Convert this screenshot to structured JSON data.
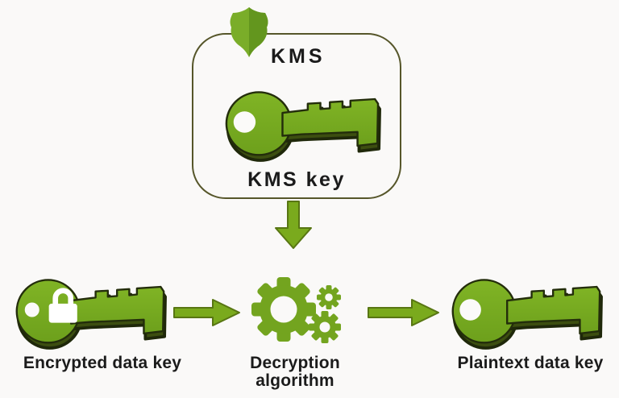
{
  "diagram": {
    "title_context": "KMS decrypt flow",
    "kms_box": {
      "title": "KMS",
      "key_label": "KMS key"
    },
    "nodes": {
      "encrypted": {
        "label": "Encrypted data key",
        "icon": "encrypted-key-icon"
      },
      "decryption": {
        "label_line1": "Decryption",
        "label_line2": "algorithm",
        "icon": "gears-icon"
      },
      "plaintext": {
        "label": "Plaintext data key",
        "icon": "plaintext-key-icon"
      }
    },
    "icons": [
      "shield-icon",
      "kms-key-icon",
      "encrypted-key-icon",
      "lock-icon",
      "gears-icon",
      "plaintext-key-icon",
      "arrow-down-icon",
      "arrow-right-icon"
    ],
    "colors": {
      "key_green": "#75a81f",
      "key_green_light": "#80b425",
      "key_dark_base": "#3c4e10",
      "key_outline": "#232d0b",
      "shield_left": "#7aad29",
      "shield_right": "#63961e",
      "gear_green": "#73a41f",
      "arrow_green": "#7aaa1d",
      "arrow_outline": "#587613",
      "box_border": "#56562a",
      "background": "#faf9f8",
      "text": "#1b1b1b"
    }
  }
}
